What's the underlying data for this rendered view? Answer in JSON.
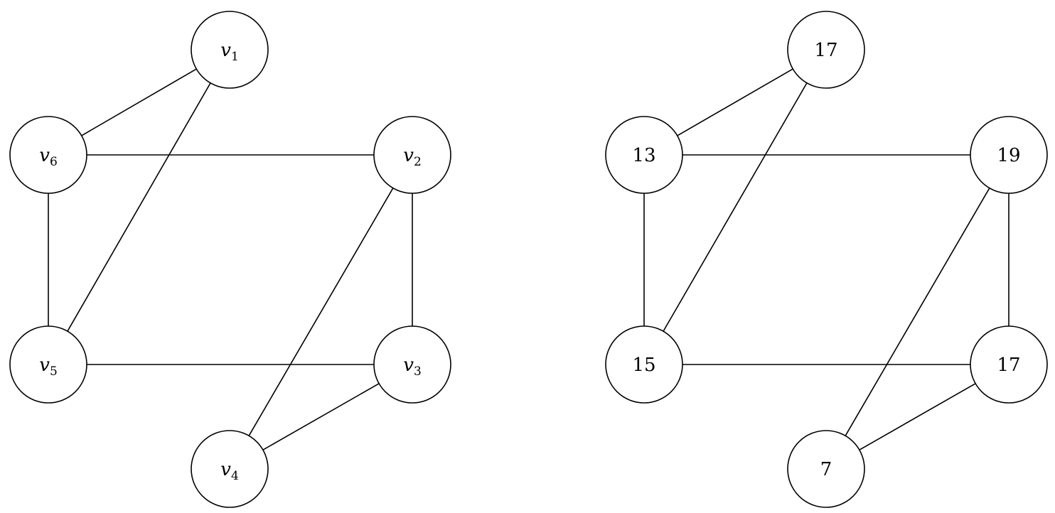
{
  "graphs": [
    {
      "id": "left",
      "nodes": [
        {
          "id": "v1",
          "label_main": "v",
          "label_sub": "1"
        },
        {
          "id": "v2",
          "label_main": "v",
          "label_sub": "2"
        },
        {
          "id": "v3",
          "label_main": "v",
          "label_sub": "3"
        },
        {
          "id": "v4",
          "label_main": "v",
          "label_sub": "4"
        },
        {
          "id": "v5",
          "label_main": "v",
          "label_sub": "5"
        },
        {
          "id": "v6",
          "label_main": "v",
          "label_sub": "6"
        }
      ],
      "edges": [
        [
          "v1",
          "v6"
        ],
        [
          "v1",
          "v5"
        ],
        [
          "v6",
          "v2"
        ],
        [
          "v6",
          "v5"
        ],
        [
          "v2",
          "v3"
        ],
        [
          "v2",
          "v4"
        ],
        [
          "v5",
          "v3"
        ],
        [
          "v3",
          "v4"
        ]
      ]
    },
    {
      "id": "right",
      "nodes": [
        {
          "id": "r1",
          "label_main": "17",
          "label_sub": ""
        },
        {
          "id": "r2",
          "label_main": "19",
          "label_sub": ""
        },
        {
          "id": "r3",
          "label_main": "17",
          "label_sub": ""
        },
        {
          "id": "r4",
          "label_main": "7",
          "label_sub": ""
        },
        {
          "id": "r5",
          "label_main": "15",
          "label_sub": ""
        },
        {
          "id": "r6",
          "label_main": "13",
          "label_sub": ""
        }
      ],
      "edges": [
        [
          "r1",
          "r6"
        ],
        [
          "r1",
          "r5"
        ],
        [
          "r6",
          "r2"
        ],
        [
          "r6",
          "r5"
        ],
        [
          "r2",
          "r3"
        ],
        [
          "r2",
          "r4"
        ],
        [
          "r5",
          "r3"
        ],
        [
          "r3",
          "r4"
        ]
      ]
    }
  ]
}
